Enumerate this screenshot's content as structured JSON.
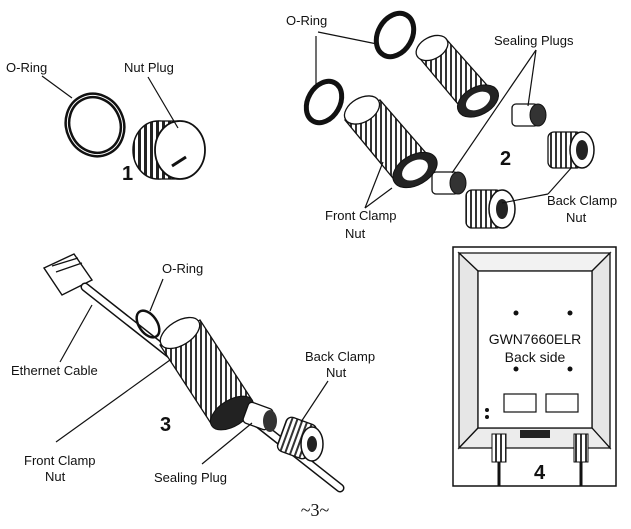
{
  "panel1": {
    "step": "1",
    "oring_label": "O-Ring",
    "nut_plug_label": "Nut Plug"
  },
  "panel2": {
    "step": "2",
    "oring_label": "O-Ring",
    "sealing_plugs_label": "Sealing Plugs",
    "front_clamp_line1": "Front Clamp",
    "front_clamp_line2": "Nut",
    "back_clamp_line1": "Back Clamp",
    "back_clamp_line2": "Nut"
  },
  "panel3": {
    "step": "3",
    "oring_label": "O-Ring",
    "ethernet_label": "Ethernet Cable",
    "back_clamp_line1": "Back Clamp",
    "back_clamp_line2": "Nut",
    "front_clamp_line1": "Front Clamp",
    "front_clamp_line2": "Nut",
    "sealing_plug_label": "Sealing Plug"
  },
  "panel4": {
    "step": "4",
    "model": "GWN7660ELR",
    "side": "Back side"
  },
  "page_number": "~3~"
}
